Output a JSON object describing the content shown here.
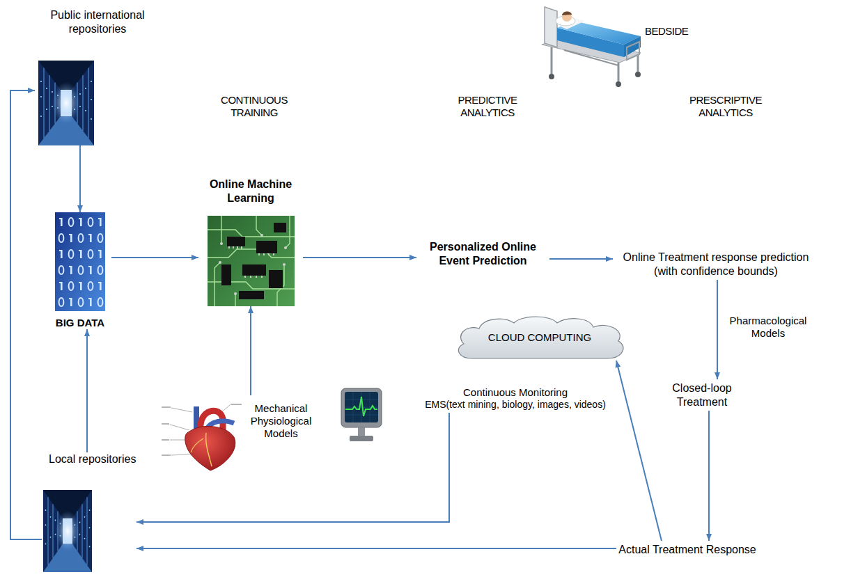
{
  "diagram": {
    "nodes": [
      {
        "text": [
          "Public international repositories"
        ]
      },
      {
        "text": [
          "BIG DATA"
        ]
      },
      {
        "text": [
          "Online Machine Learning"
        ]
      },
      {
        "text": [
          "Personalized Online Event Prediction"
        ]
      },
      {
        "text": [
          "Online Treatment response prediction (with confidence bounds)"
        ]
      },
      {
        "text": [
          "Mechanical Physiological Models"
        ]
      },
      {
        "text": [
          "CLOUD COMPUTING"
        ]
      },
      {
        "text": [
          "Continuous Monitoring",
          "EMS(text mining, biology, images, videos)"
        ]
      },
      {
        "text": [
          "Closed-loop Treatment"
        ]
      },
      {
        "text": [
          "Local repositories"
        ]
      },
      {
        "text": [
          "Actual Treatment Response"
        ]
      }
    ],
    "edges": [
      {
        "from": 0,
        "to": 1,
        "arrow": "to"
      },
      {
        "from": 1,
        "to": 2,
        "arrow": "to"
      },
      {
        "from": 5,
        "to": 2,
        "arrow": "to"
      },
      {
        "from": 2,
        "to": 3,
        "arrow": "to"
      },
      {
        "from": 3,
        "to": 4,
        "arrow": "to"
      },
      {
        "from": 4,
        "to": 8,
        "label": "Pharmacological Models",
        "arrow": "to"
      },
      {
        "from": 8,
        "to": 10,
        "arrow": "to"
      },
      {
        "from": 10,
        "to": 6,
        "arrow": "to"
      },
      {
        "from": 7,
        "to": 9,
        "arrow": "to"
      },
      {
        "from": 10,
        "to": 9,
        "arrow": "to"
      },
      {
        "from": 9,
        "to": 1,
        "arrow": "to"
      },
      {
        "from": 9,
        "to": 0,
        "arrow": "to"
      }
    ],
    "labels": [
      "CONTINUOUS TRAINING",
      "PREDICTIVE ANALYTICS",
      "PRESCRIPTIVE ANALYTICS",
      "BEDSIDE"
    ]
  }
}
